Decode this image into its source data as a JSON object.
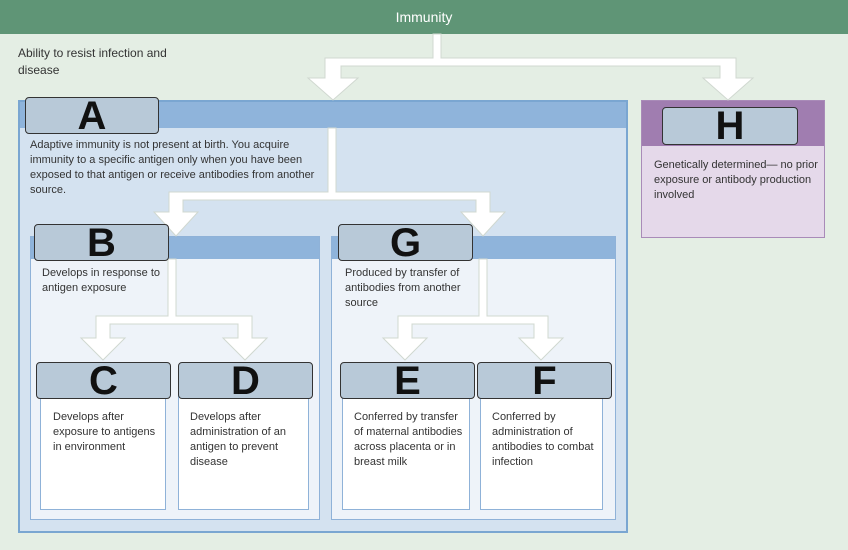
{
  "header": {
    "title": "Immunity"
  },
  "caption": "Ability to resist infection and disease",
  "nodes": {
    "A": {
      "label": "A",
      "text": "Adaptive immunity is not present at birth. You acquire immunity to a specific antigen only when you have been exposed to that antigen or receive antibodies from another source."
    },
    "B": {
      "label": "B",
      "text": "Develops in response to antigen exposure"
    },
    "C": {
      "label": "C",
      "text": "Develops after exposure to antigens in environment"
    },
    "D": {
      "label": "D",
      "text": "Develops after administration of an antigen to prevent disease"
    },
    "E": {
      "label": "E",
      "text": "Conferred by transfer of maternal antibodies across placenta or in breast milk"
    },
    "F": {
      "label": "F",
      "text": "Conferred by administration of antibodies to combat infection"
    },
    "G": {
      "label": "G",
      "text": "Produced by transfer of antibodies from another source"
    },
    "H": {
      "label": "H",
      "text": "Genetically determined— no prior exposure or antibody production involved"
    }
  },
  "colors": {
    "header": "#5f9576",
    "background": "#e4eee4",
    "adaptive_panel": "#d4e2f0",
    "innate_panel": "#e5d9ea"
  }
}
